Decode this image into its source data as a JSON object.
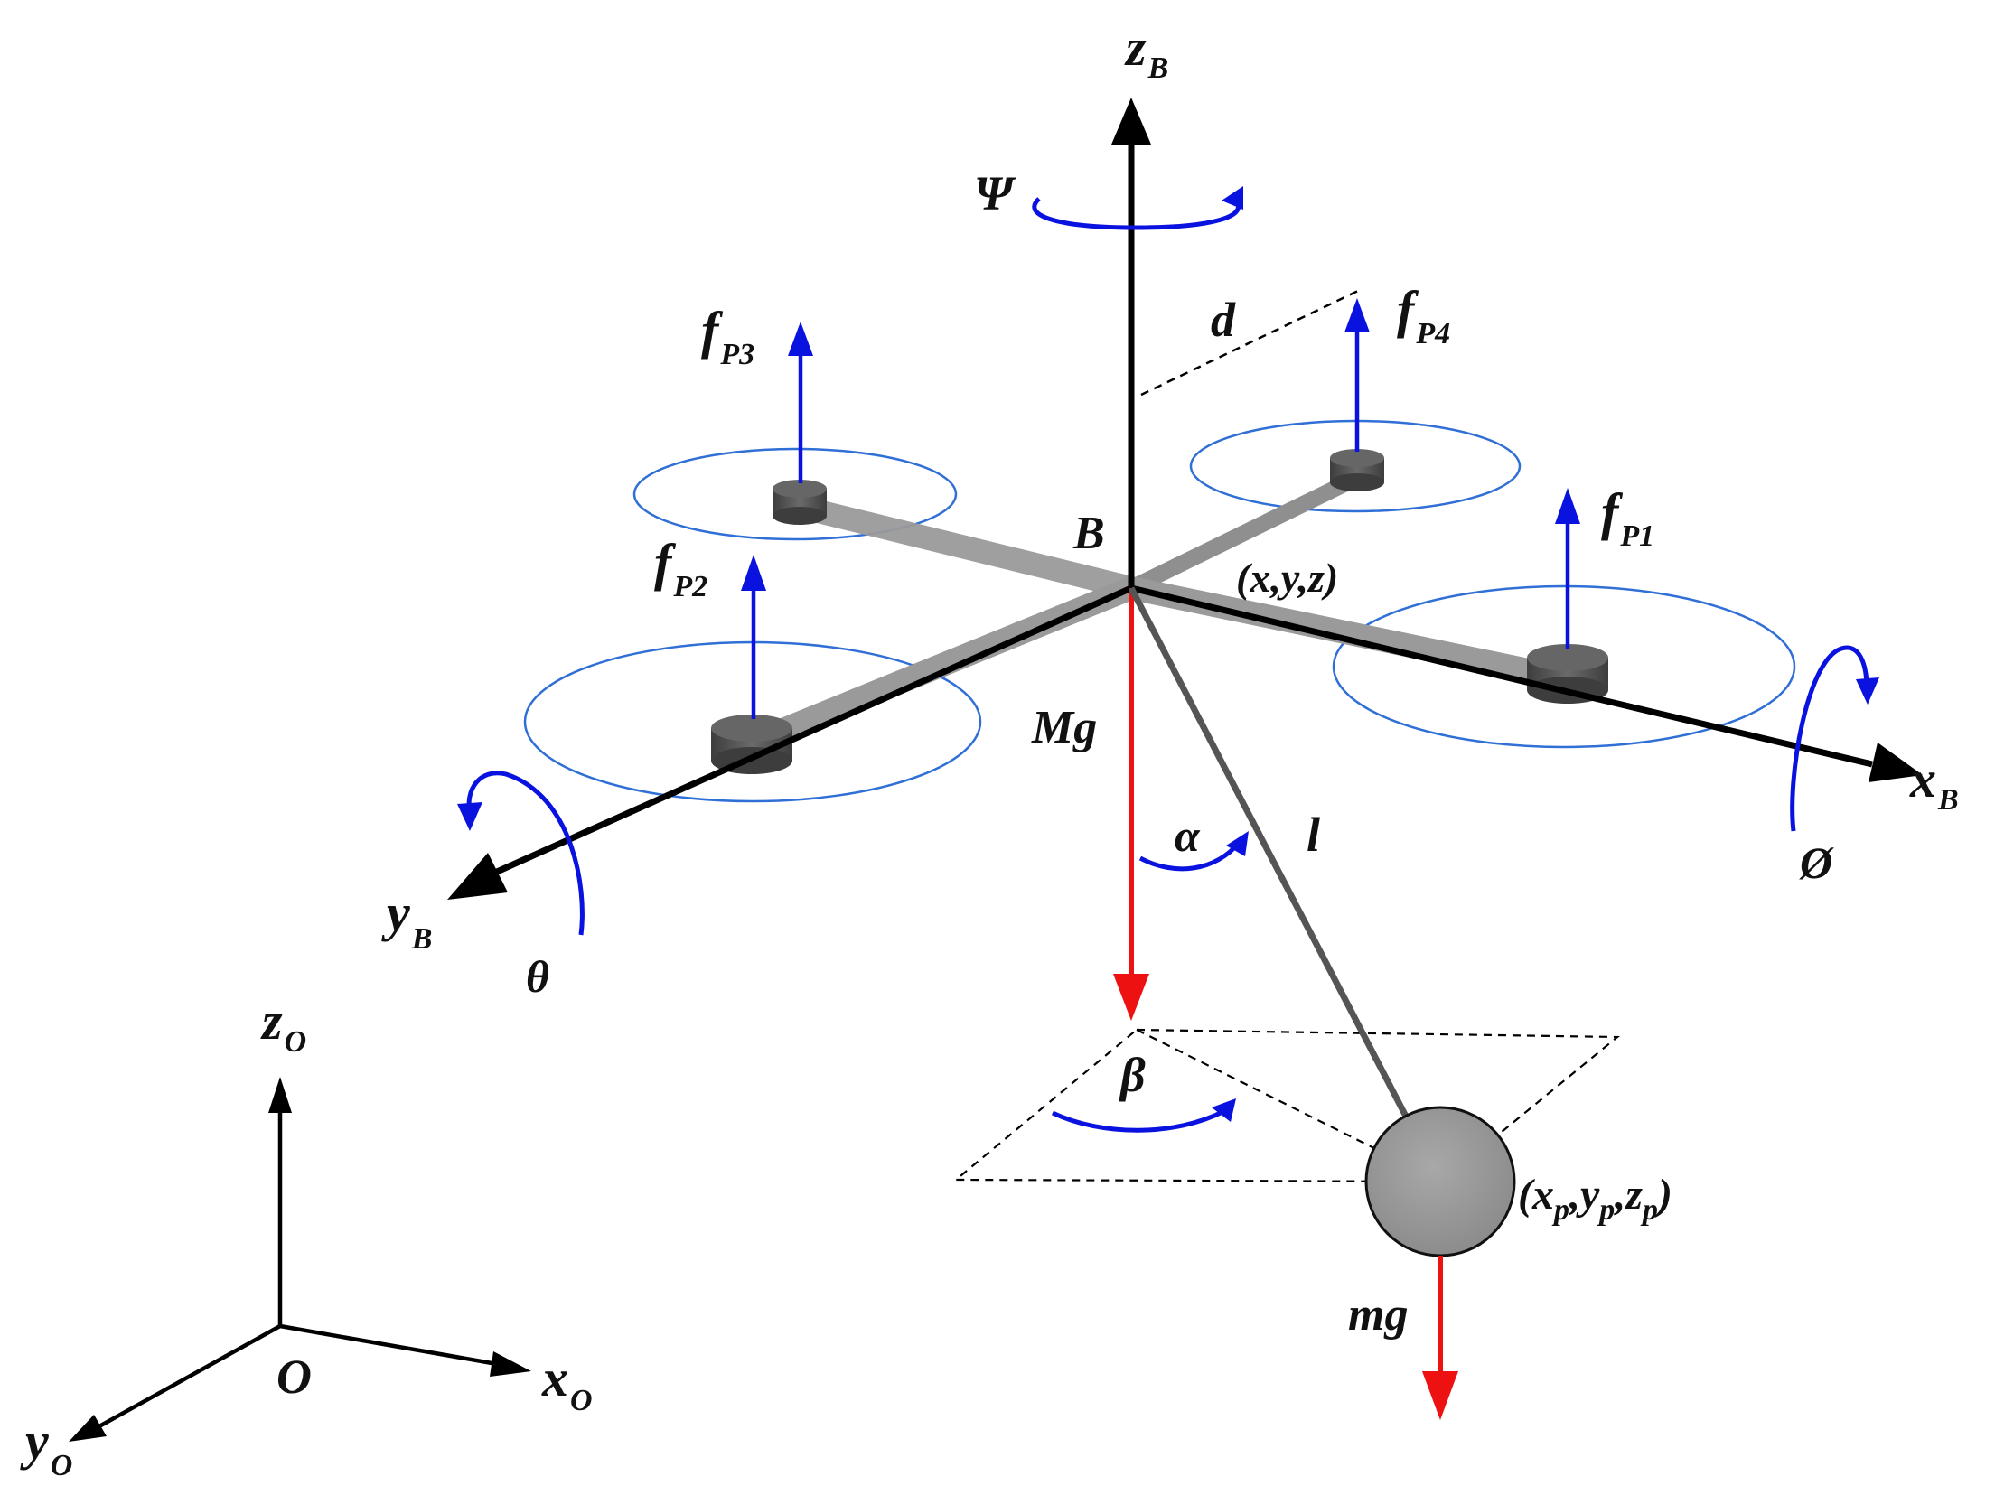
{
  "labels": {
    "zB": "z",
    "zB_sub": "B",
    "xB": "x",
    "xB_sub": "B",
    "yB": "y",
    "yB_sub": "B",
    "psi": "Ψ",
    "phi": "Ø",
    "theta": "θ",
    "d": "d",
    "B": "B",
    "body_pos": "(x,y,z)",
    "fP1": "f",
    "fP1_sub": "P1",
    "fP2": "f",
    "fP2_sub": "P2",
    "fP3": "f",
    "fP3_sub": "P3",
    "fP4": "f",
    "fP4_sub": "P4",
    "Mg": "Mg",
    "alpha": "α",
    "l": "l",
    "beta": "β",
    "load_open": "(x",
    "load_xp_sub": "p",
    "load_comma1": ",y",
    "load_yp_sub": "p",
    "load_comma2": ",z",
    "load_zp_sub": "p",
    "load_close": ")",
    "mg": "mg",
    "zO": "z",
    "zO_sub": "O",
    "xO": "x",
    "xO_sub": "O",
    "yO": "y",
    "yO_sub": "O",
    "O": "O"
  },
  "colors": {
    "axis": "#000000",
    "thrust": "#0a12e0",
    "rotation": "#0a12e0",
    "rotor_disk": "#2f6fd6",
    "gravity": "#ee1111",
    "arm": "#9a9a9a",
    "motor": "#555555",
    "cable": "#555555",
    "load": "#9a9a9a"
  }
}
